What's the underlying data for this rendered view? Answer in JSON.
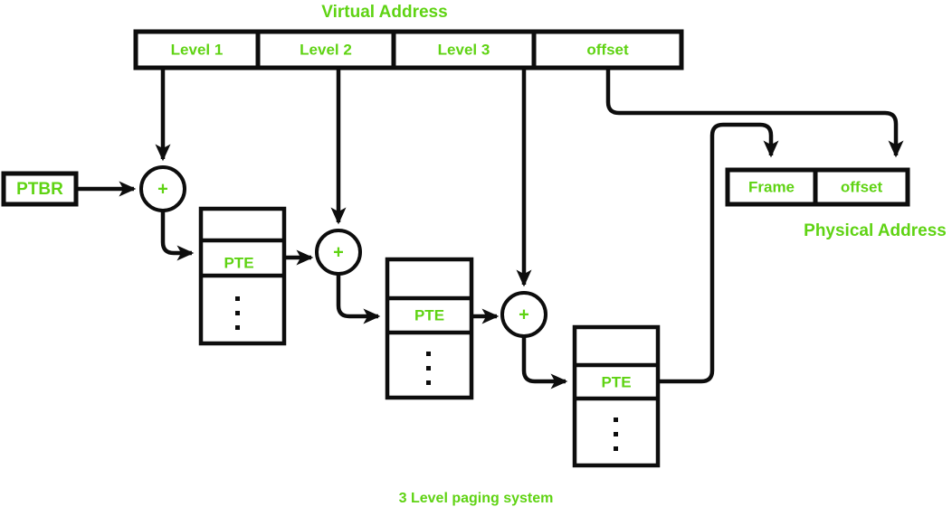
{
  "diagram": {
    "title": "Virtual Address",
    "caption": "3 Level paging system",
    "physical_address_label": "Physical Address",
    "accent_color": "#5fd313",
    "line_color": "#0d0d0d",
    "background_color": "#ffffff"
  },
  "virtual_address": {
    "label": "Virtual Address",
    "fields": [
      {
        "label": "Level 1"
      },
      {
        "label": "Level 2"
      },
      {
        "label": "Level 3"
      },
      {
        "label": "offset"
      }
    ]
  },
  "ptbr": {
    "label": "PTBR"
  },
  "adders": [
    {
      "label": "+"
    },
    {
      "label": "+"
    },
    {
      "label": "+"
    }
  ],
  "page_tables": [
    {
      "level": 1,
      "entry_label": "PTE",
      "ellipsis": "⋮"
    },
    {
      "level": 2,
      "entry_label": "PTE",
      "ellipsis": "⋮"
    },
    {
      "level": 3,
      "entry_label": "PTE",
      "ellipsis": "⋮"
    }
  ],
  "physical_address": {
    "label": "Physical Address",
    "fields": [
      {
        "label": "Frame"
      },
      {
        "label": "offset"
      }
    ]
  }
}
